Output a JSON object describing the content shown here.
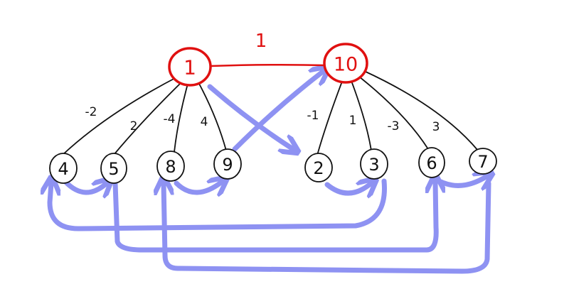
{
  "colors": {
    "root": "#e01010",
    "child": "#111111",
    "arrow": "#7b7ff0",
    "edge": "#111111",
    "root_edge": "#e01010",
    "background": "#ffffff"
  },
  "roots": [
    {
      "id": "r1",
      "label": "1"
    },
    {
      "id": "r10",
      "label": "10"
    }
  ],
  "root_edge": {
    "label": "1"
  },
  "children": [
    {
      "id": "c4",
      "label": "4",
      "parent": "r1",
      "weight": "-2"
    },
    {
      "id": "c5",
      "label": "5",
      "parent": "r1",
      "weight": "2"
    },
    {
      "id": "c8",
      "label": "8",
      "parent": "r1",
      "weight": "-4"
    },
    {
      "id": "c9",
      "label": "9",
      "parent": "r1",
      "weight": "4"
    },
    {
      "id": "c2",
      "label": "2",
      "parent": "r10",
      "weight": "-1"
    },
    {
      "id": "c3",
      "label": "3",
      "parent": "r10",
      "weight": "1"
    },
    {
      "id": "c6",
      "label": "6",
      "parent": "r10",
      "weight": "-3"
    },
    {
      "id": "c7",
      "label": "7",
      "parent": "r10",
      "weight": "3"
    }
  ]
}
